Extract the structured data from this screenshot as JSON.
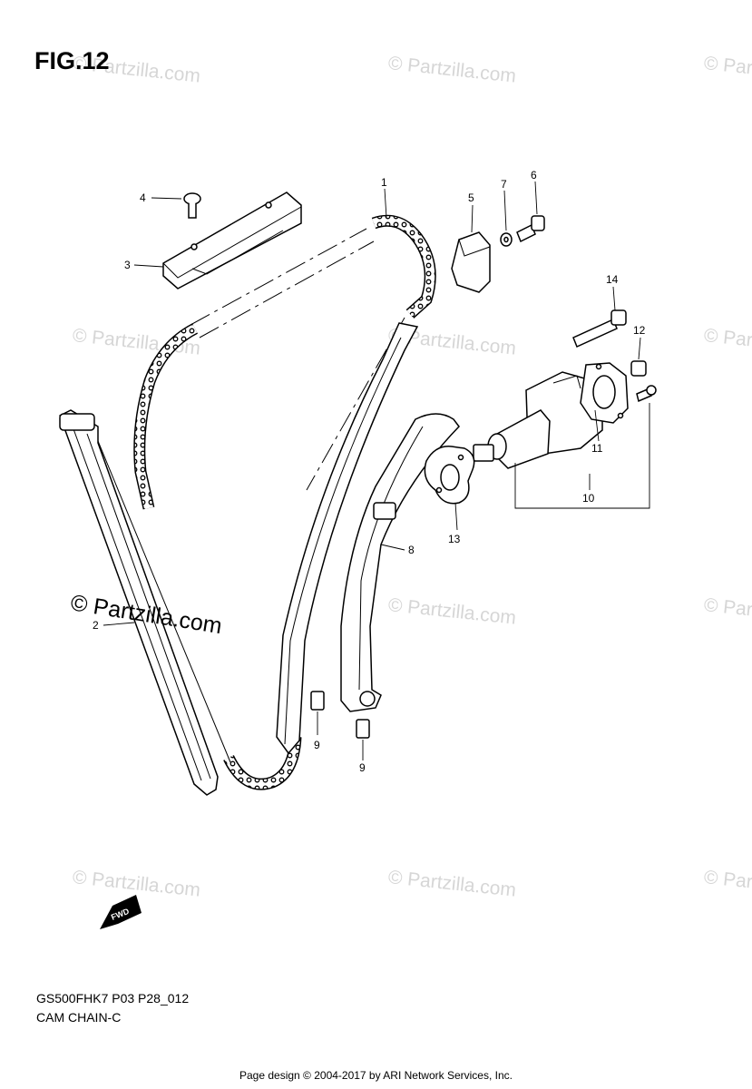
{
  "figure": {
    "title": "FIG.12"
  },
  "callouts": [
    "1",
    "2",
    "3",
    "4",
    "5",
    "6",
    "7",
    "8",
    "9",
    "9",
    "10",
    "11",
    "12",
    "13",
    "14"
  ],
  "fwd_label": "FWD",
  "footer": {
    "model_code": "GS500FHK7 P03 P28_012",
    "section_name": "CAM CHAIN-C",
    "credit": "Page design © 2004-2017 by ARI Network Services, Inc."
  },
  "watermark": {
    "text": "© Partzilla.com"
  }
}
